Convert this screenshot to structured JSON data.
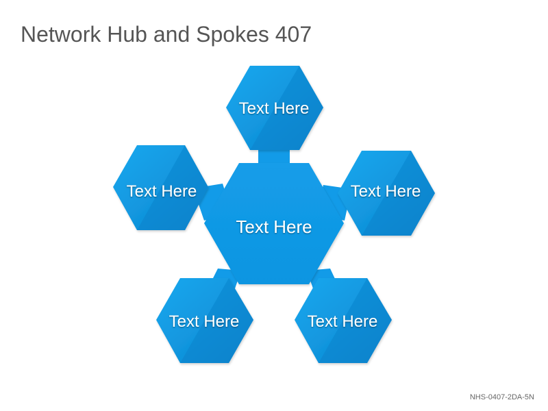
{
  "title": "Network Hub and Spokes 407",
  "colors": {
    "hub": "#129BE8",
    "spoke_light": "#14A2EC",
    "spoke_dark": "#0A7FC8",
    "label": "#FFFFFF",
    "title": "#555555"
  },
  "hub": {
    "label": "Text Here"
  },
  "spokes": [
    {
      "position": "top",
      "label": "Text Here"
    },
    {
      "position": "upper-left",
      "label": "Text Here"
    },
    {
      "position": "upper-right",
      "label": "Text Here"
    },
    {
      "position": "lower-left",
      "label": "Text Here"
    },
    {
      "position": "lower-right",
      "label": "Text Here"
    }
  ],
  "footer": {
    "code": "NHS-0407-2DA-5N"
  }
}
